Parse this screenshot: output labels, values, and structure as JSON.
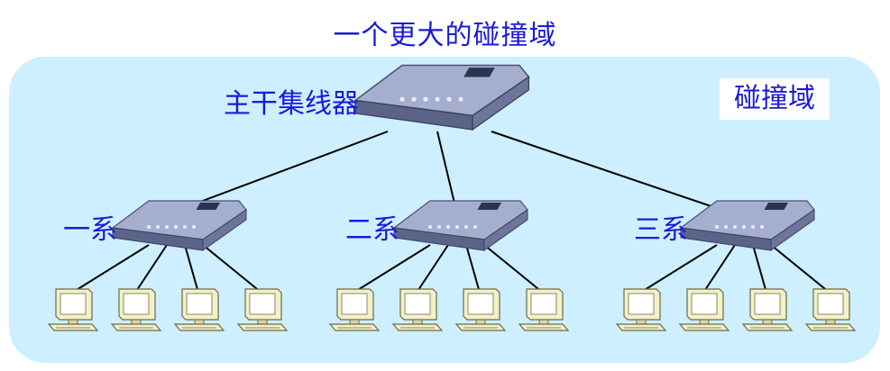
{
  "title": "一个更大的碰撞域",
  "domain_label": "碰撞域",
  "backbone": {
    "label": "主干集线器"
  },
  "departments": [
    {
      "label": "一系",
      "pcs": 4
    },
    {
      "label": "二系",
      "pcs": 4
    },
    {
      "label": "三系",
      "pcs": 4
    }
  ],
  "colors": {
    "title": "#1a1ad8",
    "domain_fill": "#cdefff",
    "hub_body": "#8c96b8",
    "hub_top": "#a6aed0",
    "pc_body": "#f4f1c8",
    "link": "#000000"
  },
  "icons": {
    "hub": "hub-icon",
    "pc": "pc-icon"
  }
}
